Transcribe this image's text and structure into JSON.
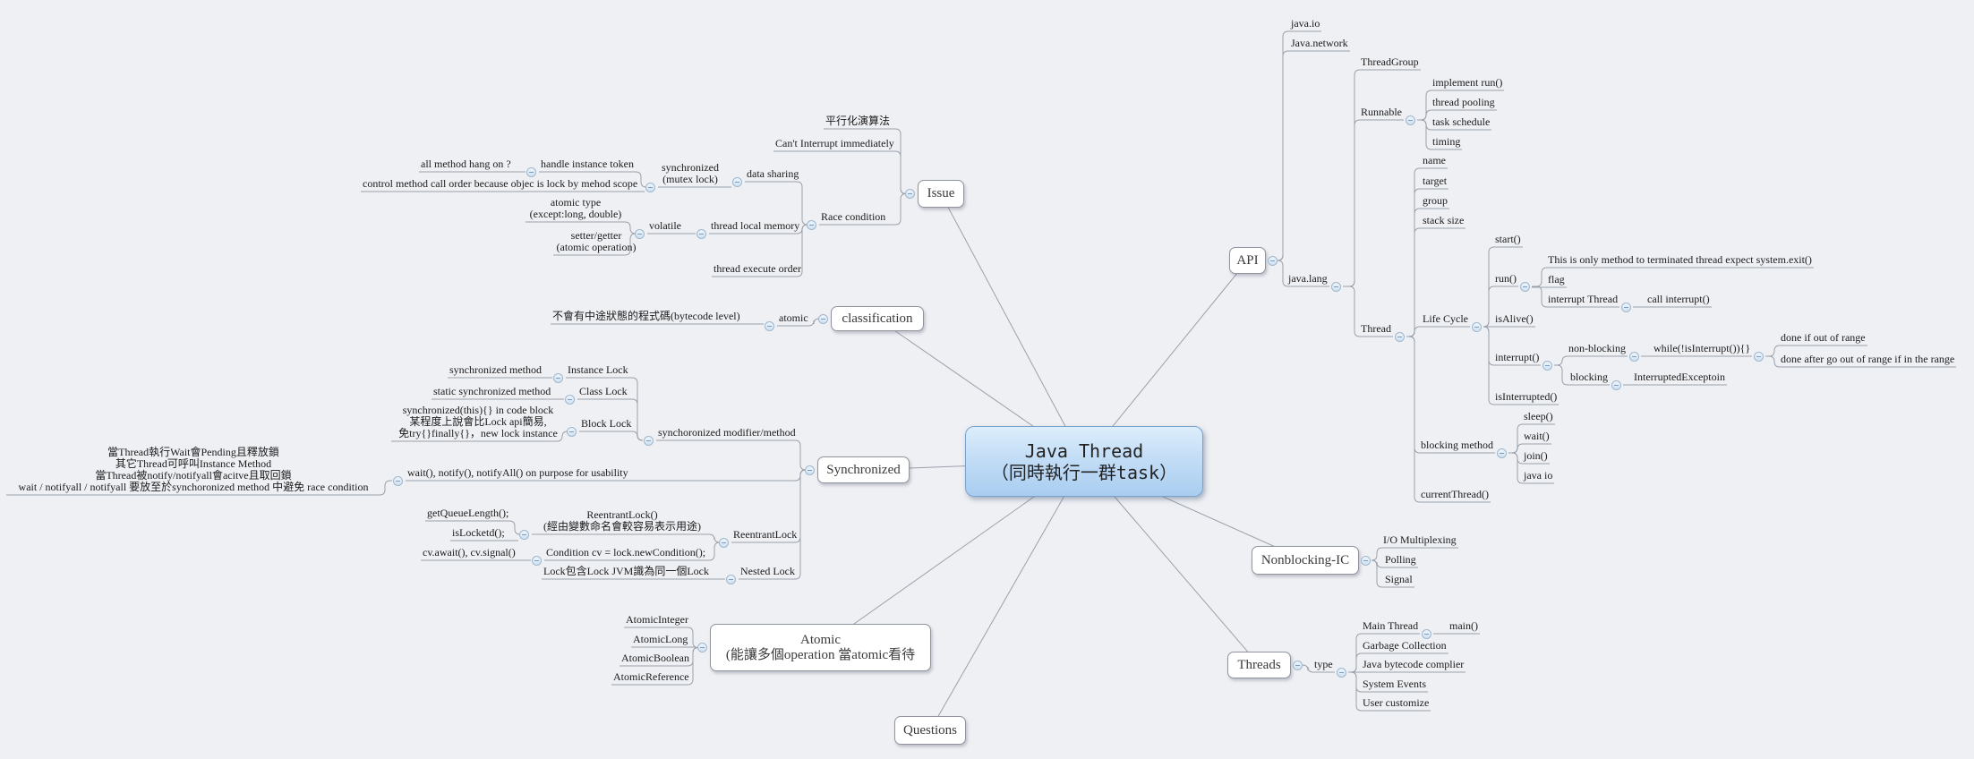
{
  "colors": {
    "background": "#eff0f4",
    "connector_line": "#9aa0aa",
    "node_text": "#1b1b1b",
    "topic_border": "#8f949e",
    "topic_fill": "#ffffff",
    "center_fill_top": "#ddeefb",
    "center_fill_bottom": "#a9cdf0",
    "center_border": "#7aa3cc",
    "collapse_fill": "#dcecf9",
    "collapse_border": "#9fb6cc"
  },
  "nodes": {
    "center_line1": "Java Thread",
    "center_line2": "（同時執行一群task）",
    "issue": "Issue",
    "parallel_algo": "平行化演算法",
    "cant_interrupt": "Can't Interrupt immediately",
    "race_condition": "Race condition",
    "data_sharing": "data sharing",
    "sync_mutex_l1": "synchronized",
    "sync_mutex_l2": "(mutex lock)",
    "handle_token": "handle instance token",
    "all_method": "all method hang on ?",
    "control_method": "control method call order because objec is lock by mehod scope",
    "thread_local": "thread local memory",
    "volatile": "volatile",
    "atomic_type_l1": "atomic type",
    "atomic_type_l2": "(except:long, double)",
    "setter_getter_l1": "setter/getter",
    "setter_getter_l2": "(atomic operation)",
    "thread_exec": "thread execute order",
    "classification": "classification",
    "atomic_lbl": "atomic",
    "no_mid_state": "不會有中途狀態的程式碼(bytecode level)",
    "synchronized_box": "Synchronized",
    "sync_modifier": "synchoronized modifier/method",
    "instance_lock": "Instance Lock",
    "sync_method": "synchronized method",
    "class_lock": "Class Lock",
    "static_sync": "static synchronized method",
    "block_lock": "Block Lock",
    "sync_this_l1": "synchronized(this){} in code block",
    "sync_this_l2": "某程度上說會比Lock api簡易,",
    "sync_this_l3": "免try{}finally{}，new lock instance",
    "wait_notify": "wait(), notify(), notifyAll() on purpose for usability",
    "wait_desc_l1": "當Thread執行Wait會Pending且釋放鎖",
    "wait_desc_l2": "其它Thread可呼叫Instance Method",
    "wait_desc_l3": "當Thread被notify/notifyall會acitve且取回鎖",
    "wait_desc_l4": "wait / notifyall / notifyall 要放至於synchoronized method 中避免 race condition",
    "reentrant": "ReentrantLock",
    "reentrant_ctor_l1": "ReentrantLock()",
    "reentrant_ctor_l2": "(經由變數命名會較容易表示用途)",
    "get_queue": "getQueueLength();",
    "is_locked": "isLocketd();",
    "condition_node": "Condition cv = lock.newCondition();",
    "cv_await": "cv.await(), cv.signal()",
    "nested_lock": "Nested Lock",
    "lock_contains": "Lock包含Lock JVM識為同一個Lock",
    "atomic_box_l1": "Atomic",
    "atomic_box_l2": "(能讓多個operation 當atomic看待",
    "atomic_integer": "AtomicInteger",
    "atomic_long": "AtomicLong",
    "atomic_boolean": "AtomicBoolean",
    "atomic_reference": "AtomicReference",
    "questions": "Questions",
    "api": "API",
    "java_io": "java.io",
    "java_network": "Java.network",
    "java_lang": "java.lang",
    "threadgroup": "ThreadGroup",
    "runnable": "Runnable",
    "implement_run": "implement run()",
    "thread_pooling": "thread pooling",
    "task_schedule": "task schedule",
    "timing": "timing",
    "thread": "Thread",
    "name": "name",
    "target": "target",
    "group": "group",
    "stack_size": "stack size",
    "life_cycle": "Life Cycle",
    "start_fn": "start()",
    "run_fn": "run()",
    "this_only": "This is only method to terminated thread expect system.exit()",
    "flag": "flag",
    "interrupt_thread": "interrupt Thread",
    "call_interrupt": "call interrupt()",
    "is_alive": "isAlive()",
    "interrupt_fn": "interrupt()",
    "non_blocking": "non-blocking",
    "while_loop": "while(!isInterrupt()){}",
    "done_if": "done if out of range",
    "done_after": "done after go out of range if in the range",
    "blocking": "blocking",
    "interrupted_exc": "InterruptedExceptoin",
    "is_interrupted": "isInterrupted()",
    "blocking_method": "blocking method",
    "sleep_fn": "sleep()",
    "wait_fn": "wait()",
    "join_fn": "join()",
    "java_io2": "java io",
    "current_thread": "currentThread()",
    "nonblocking_ic": "Nonblocking-IC",
    "io_multiplexing": "I/O Multiplexing",
    "polling": "Polling",
    "signal": "Signal",
    "threads": "Threads",
    "type": "type",
    "main_thread": "Main Thread",
    "main_fn": "main()",
    "garbage": "Garbage Collection",
    "bytecode_complier": "Java bytecode complier",
    "system_events": "System Events",
    "user_customize": "User customize"
  }
}
